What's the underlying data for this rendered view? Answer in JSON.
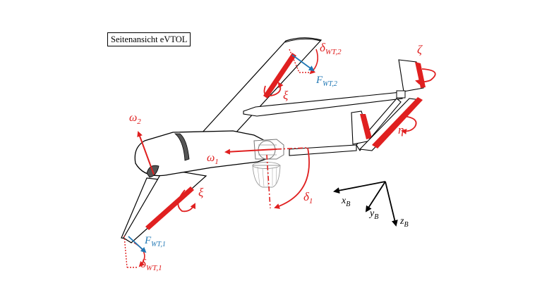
{
  "title": "Seitenansicht eVTOL",
  "colors": {
    "control_red": "#e02020",
    "force_blue": "#1f77b4",
    "outline": "#000000",
    "engine_grey": "#9a9a9a"
  },
  "labels": {
    "delta_wt2": {
      "sym": "δ",
      "sub": "WT,2"
    },
    "f_wt2": {
      "sym": "F",
      "sub": "WT,2"
    },
    "xi_right": {
      "sym": "ξ"
    },
    "zeta": {
      "sym": "ζ"
    },
    "eta": {
      "sym": "η"
    },
    "omega2": {
      "sym": "ω",
      "sub": "2"
    },
    "omega1": {
      "sym": "ω",
      "sub": "1"
    },
    "delta1": {
      "sym": "δ",
      "sub": "1"
    },
    "xi_left": {
      "sym": "ξ"
    },
    "f_wt1": {
      "sym": "F",
      "sub": "WT,1"
    },
    "delta_wt1": {
      "sym": "δ",
      "sub": "WT,1"
    }
  },
  "axes": {
    "x": {
      "sym": "x",
      "sub": "B"
    },
    "y": {
      "sym": "y",
      "sub": "B"
    },
    "z": {
      "sym": "z",
      "sub": "B"
    }
  }
}
